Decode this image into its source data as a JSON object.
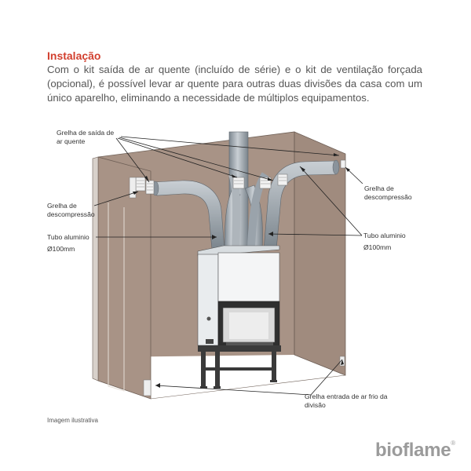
{
  "section": {
    "title": "Instalação",
    "text": "Com o kit saída de ar quente (incluído de série) e o kit de ventilação forçada (opcional), é possível levar ar quente para outras duas divisões da casa com um único aparelho, eliminando a necessidade de múltiplos equipamentos."
  },
  "labels": {
    "grelha_saida_line1": "Grelha de saída de",
    "grelha_saida_line2": "ar quente",
    "grelha_descomp_left_line1": "Grelha de",
    "grelha_descomp_left_line2": "descompressão",
    "grelha_descomp_right_line1": "Grelha de",
    "grelha_descomp_right_line2": "descompressão",
    "tubo_left_line1": "Tubo aluminio",
    "tubo_left_line2": "Ø100mm",
    "tubo_right_line1": "Tubo aluminio",
    "tubo_right_line2": "Ø100mm",
    "grelha_entrada_line1": "Grelha  entrada  de  ar  frio  da",
    "grelha_entrada_line2": "divisão"
  },
  "caption": "Imagem ilustrativa",
  "brand": {
    "name": "bioflame",
    "mark": "®"
  },
  "colors": {
    "title": "#d2402f",
    "wall": "#a89386",
    "wall_dark": "#8f7b6f",
    "pipe": "#9aa3ab",
    "stove_body": "#e9ecee"
  }
}
